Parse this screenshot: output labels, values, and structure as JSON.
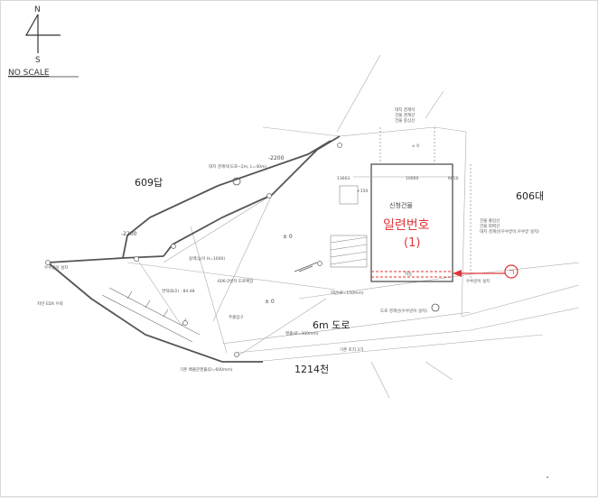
{
  "north_arrow": {
    "n": "N",
    "s": "S",
    "scale_note": "NO SCALE"
  },
  "parcels": {
    "west": "609답",
    "east": "606대",
    "road_lot": "1214천"
  },
  "road": {
    "label": "6m 도로"
  },
  "building": {
    "title": "신청건물",
    "number_label": "일련번호",
    "number": "(1)"
  },
  "marker": {
    "label": "ㄱ"
  },
  "levels": {
    "a": "-2200",
    "b": "-2200",
    "c": "± 0",
    "d": "± 0",
    "e": "+150",
    "f": "± 0"
  },
  "dims": {
    "d1": "13663",
    "d2": "10000",
    "d3": "6650"
  },
  "notes": {
    "n1": "대지 경계석",
    "n2": "건물 경계선",
    "n3": "건물 중심선",
    "n4": "대지 경계석(도로~2m, L=40m)",
    "n5": "옹벽(높이 H=1000)",
    "n6": "606-2번지 도로확장",
    "n7": "면적(B/2) : 84.48",
    "n8": "건물 출입선",
    "n9": "건물 외벽선",
    "n10": "대지 경계선(우수받이,우수받 설치)",
    "n11": "우수받이 설치",
    "n12": "지반 EDX 우회",
    "n13": "주출입구",
    "n14": "맨홀(Ø=300mm)",
    "n15": "우수받이 설치",
    "n16": "지반(Ø=150mm)",
    "n17": "도로 경계선(우수받이 설치)",
    "n18": "기존 토지 2가",
    "n19": "기존 배출문맨홀(D=600mm)",
    "n20": "자동"
  }
}
